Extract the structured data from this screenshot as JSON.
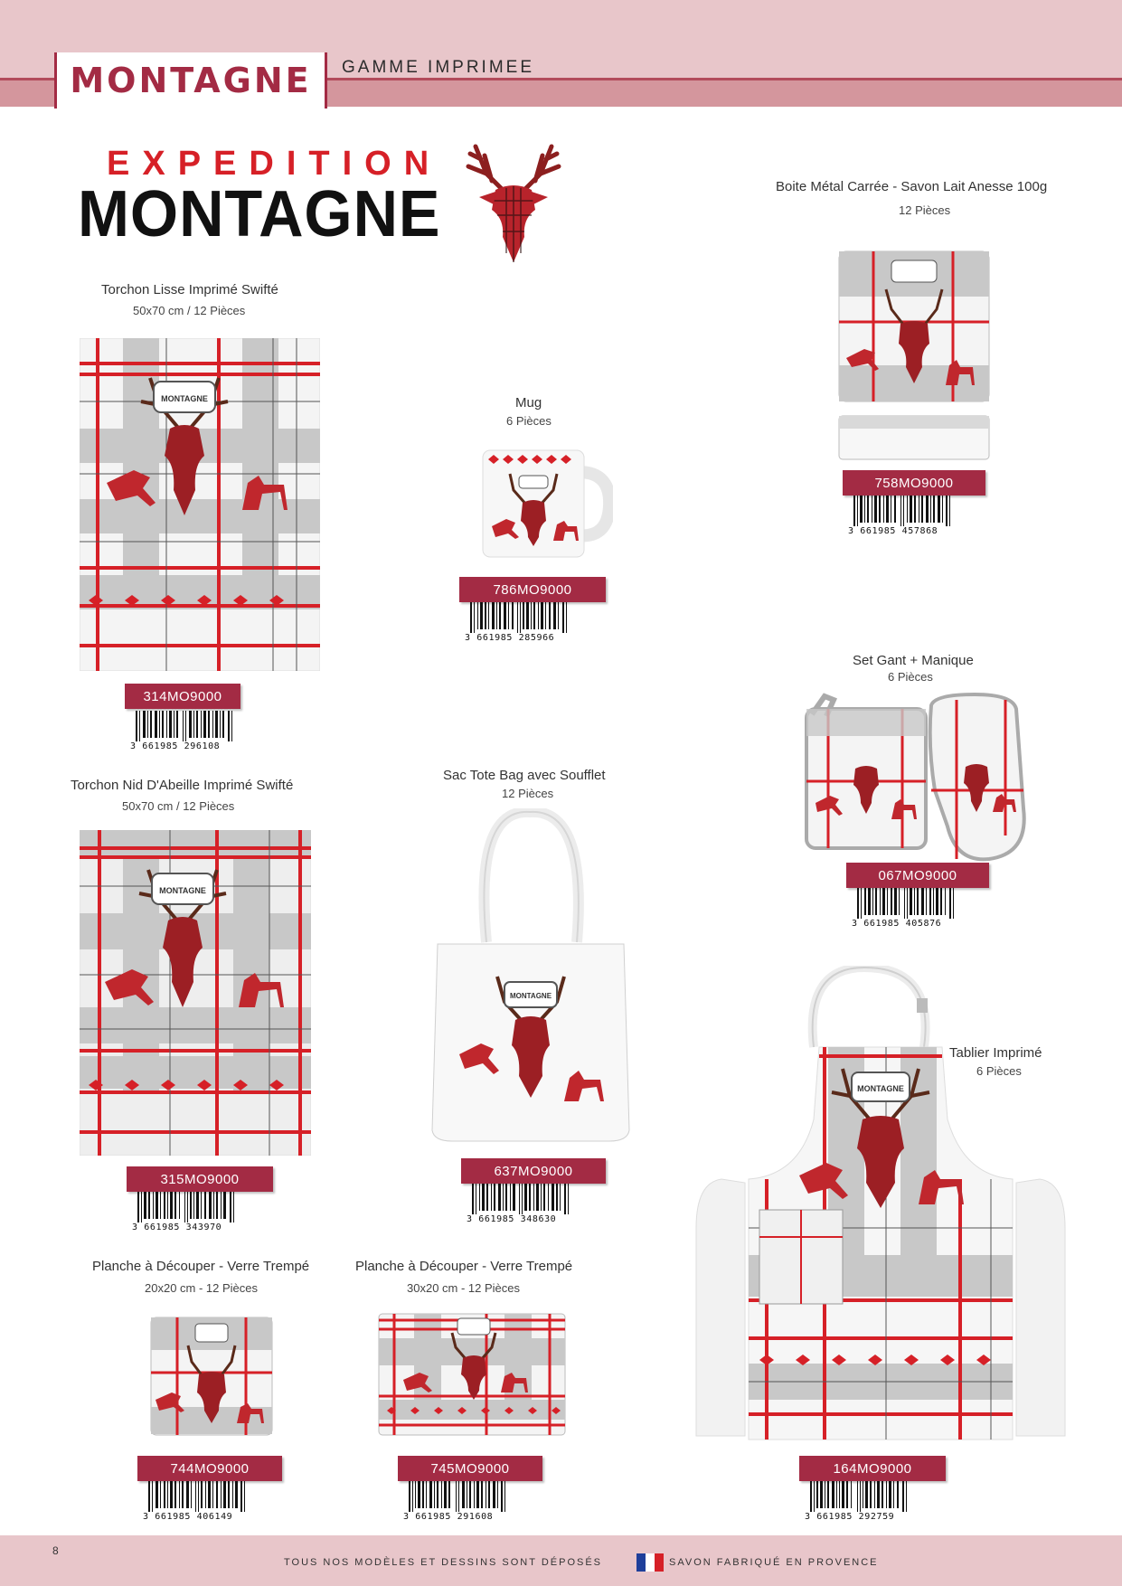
{
  "header": {
    "title": "MONTAGNE",
    "subtitle": "GAMME IMPRIMEE"
  },
  "logo": {
    "line1": "EXPEDITION",
    "line2": "MONTAGNE"
  },
  "products": {
    "torchon_lisse": {
      "title": "Torchon Lisse Imprimé Swifté",
      "sub": "50x70 cm / 12 Pièces",
      "ref": "314MO9000",
      "ean": "3 661985 296108"
    },
    "mug": {
      "title": "Mug",
      "sub": "6 Pièces",
      "ref": "786MO9000",
      "ean": "3 661985 285966"
    },
    "boite": {
      "title": "Boite Métal Carrée - Savon Lait Anesse 100g",
      "sub": "12 Pièces",
      "ref": "758MO9000",
      "ean": "3 661985 457868"
    },
    "set_gant": {
      "title": "Set Gant + Manique",
      "sub": "6 Pièces",
      "ref": "067MO9000",
      "ean": "3 661985 405876"
    },
    "torchon_nid": {
      "title": "Torchon Nid D'Abeille Imprimé Swifté",
      "sub": "50x70 cm / 12 Pièces",
      "ref": "315MO9000",
      "ean": "3 661985 343970"
    },
    "sac": {
      "title": "Sac Tote Bag avec Soufflet",
      "sub": "12 Pièces",
      "ref": "637MO9000",
      "ean": "3 661985 348630"
    },
    "tablier": {
      "title": "Tablier Imprimé",
      "sub": "6 Pièces",
      "ref": "164MO9000",
      "ean": "3 661985 292759"
    },
    "planche_20": {
      "title": "Planche à Découper - Verre Trempé",
      "sub": "20x20 cm - 12 Pièces",
      "ref": "744MO9000",
      "ean": "3 661985 406149"
    },
    "planche_30": {
      "title": "Planche à Découper - Verre Trempé",
      "sub": "30x20 cm - 12 Pièces",
      "ref": "745MO9000",
      "ean": "3 661985 291608"
    }
  },
  "print_badge_text": "MONTAGNE",
  "footer": {
    "page": "8",
    "left": "TOUS NOS MODÈLES ET DESSINS SONT DÉPOSÉS",
    "right": "SAVON FABRIQUÉ EN PROVENCE"
  },
  "colors": {
    "brand": "#a32b44",
    "red": "#d62027",
    "band": "#e8c6ca",
    "grey": "#c9c9c9"
  }
}
